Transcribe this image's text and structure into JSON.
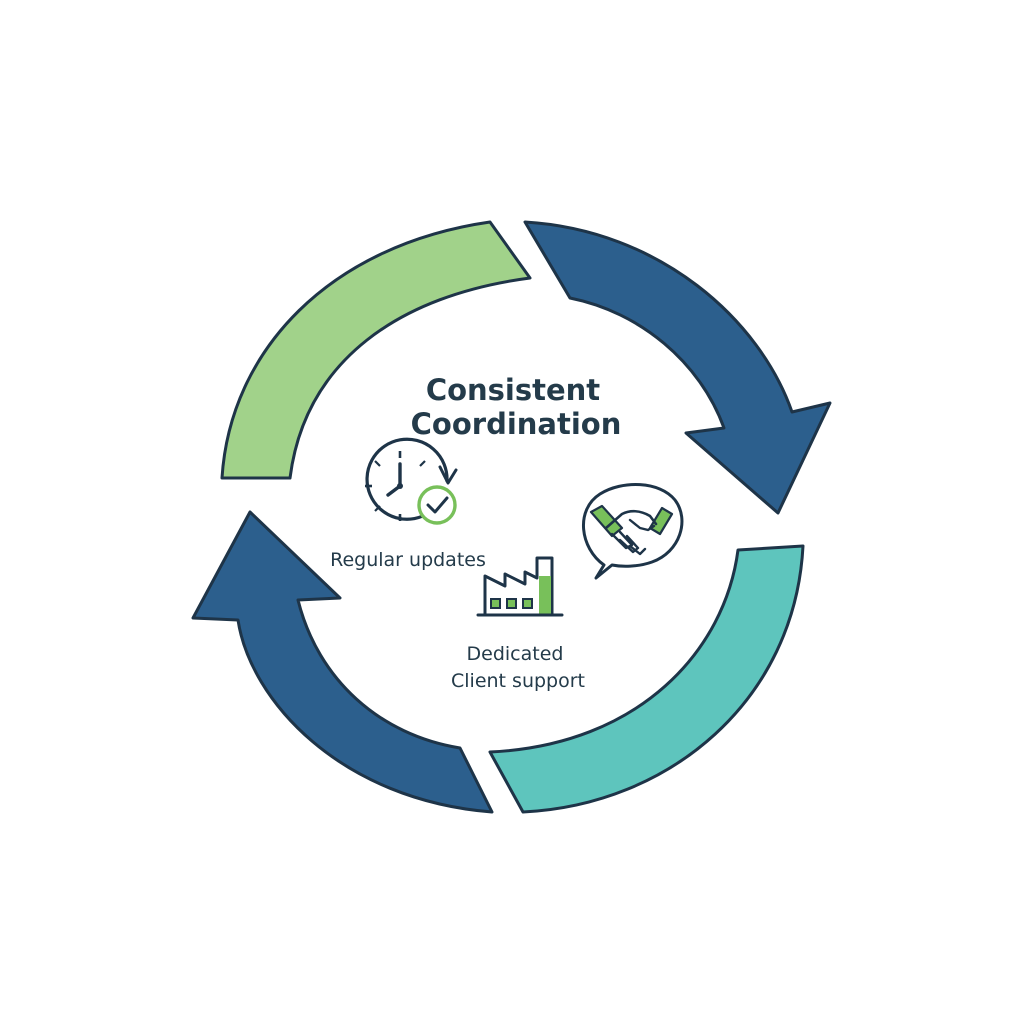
{
  "title": {
    "line1": "Consistent",
    "line2": "Coordination"
  },
  "items": [
    {
      "icon": "clock-check-icon",
      "label_lines": [
        "Regular updates"
      ]
    },
    {
      "icon": "factory-icon",
      "label_lines": [
        "Dedicated",
        "Client support"
      ]
    },
    {
      "icon": "handshake-speech-bubble-icon",
      "label_lines": []
    }
  ],
  "colors": {
    "green": "#a1d28a",
    "dark_blue": "#2c5f8d",
    "teal": "#5ec5bd",
    "outline": "#1e3448",
    "accent_green": "#78c05a",
    "text": "#243b4a"
  }
}
